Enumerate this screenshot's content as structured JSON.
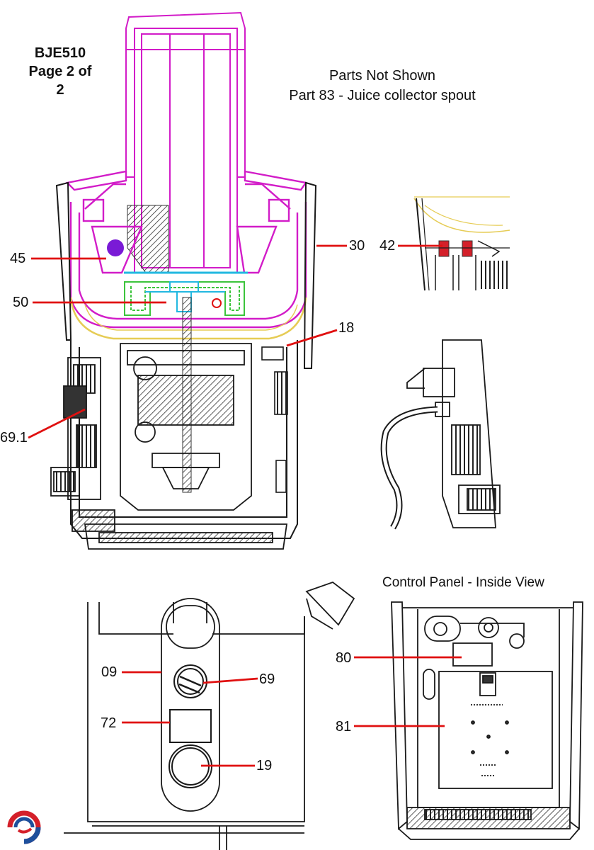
{
  "title": {
    "line1": "BJE510",
    "line2": "Page 2 of",
    "line3": "2"
  },
  "notes": {
    "heading": "Parts Not Shown",
    "item": "Part 83 - Juice collector spout"
  },
  "control_panel_label": "Control Panel - Inside View",
  "callouts": {
    "p45": "45",
    "p50": "50",
    "p30": "30",
    "p42": "42",
    "p18": "18",
    "p69_1": "69.1",
    "p09": "09",
    "p69": "69",
    "p72": "72",
    "p19": "19",
    "p80": "80",
    "p81": "81"
  },
  "colors": {
    "leader": "#e01010",
    "magenta": "#d21cc8",
    "cyan": "#22b8e0",
    "green": "#3cc43c",
    "yellow": "#e6cc55",
    "purple": "#7a1ad6",
    "line": "#1a1a1a",
    "logo_red": "#d4202a",
    "logo_blue": "#1e4f9c"
  }
}
